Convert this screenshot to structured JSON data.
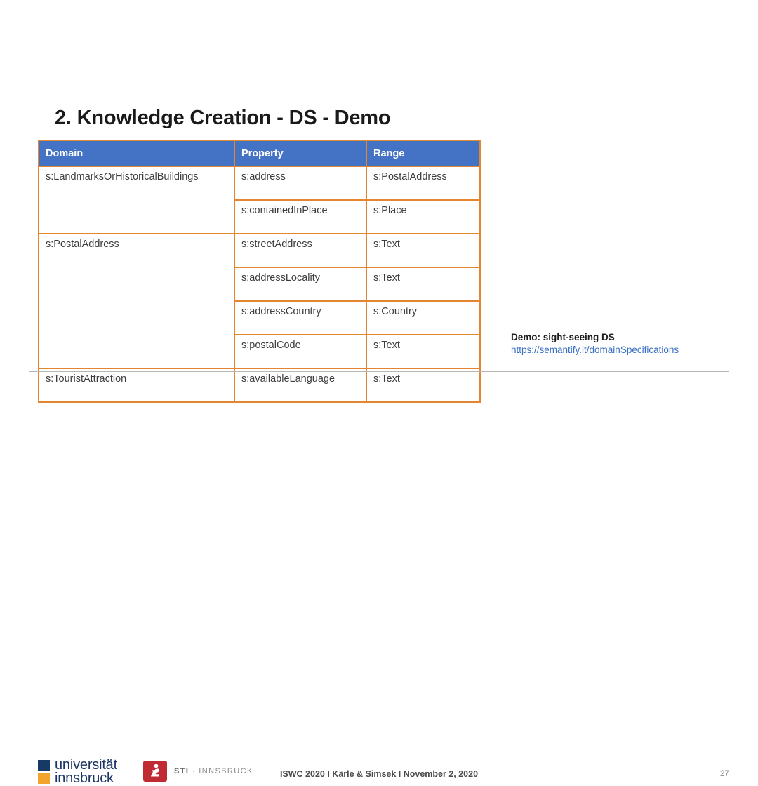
{
  "slide": {
    "title": "2. Knowledge Creation - DS - Demo",
    "page_number": "27"
  },
  "table": {
    "headers": [
      "Domain",
      "Property",
      "Range"
    ],
    "header_bg": "#4472C4",
    "border_color": "#E2862F",
    "domain_groups": [
      {
        "label": "s:LandmarksOrHistoricalBuildings",
        "rowspan": 2
      },
      {
        "label": "s:PostalAddress",
        "rowspan": 4
      },
      {
        "label": "s:TouristAttraction",
        "rowspan": 1
      }
    ],
    "rows": [
      {
        "property": "s:address",
        "range": "s:PostalAddress"
      },
      {
        "property": "s:containedInPlace",
        "range": "s:Place"
      },
      {
        "property": "s:streetAddress",
        "range": "s:Text"
      },
      {
        "property": "s:addressLocality",
        "range": "s:Text"
      },
      {
        "property": "s:addressCountry",
        "range": "s:Country"
      },
      {
        "property": "s:postalCode",
        "range": "s:Text"
      },
      {
        "property": "s:availableLanguage",
        "range": "s:Text"
      }
    ]
  },
  "demo": {
    "title": "Demo: sight-seeing DS",
    "link": "https://semantify.it/domainSpecifications",
    "link_color": "#3A6FC4"
  },
  "footer": {
    "university_line1": "universität",
    "university_line2": "innsbruck",
    "sti_bold": "STI",
    "sti_sep": " · ",
    "sti_rest": "INNSBRUCK",
    "center_text": "ISWC 2020 I Kärle & Simsek I November 2, 2020"
  }
}
